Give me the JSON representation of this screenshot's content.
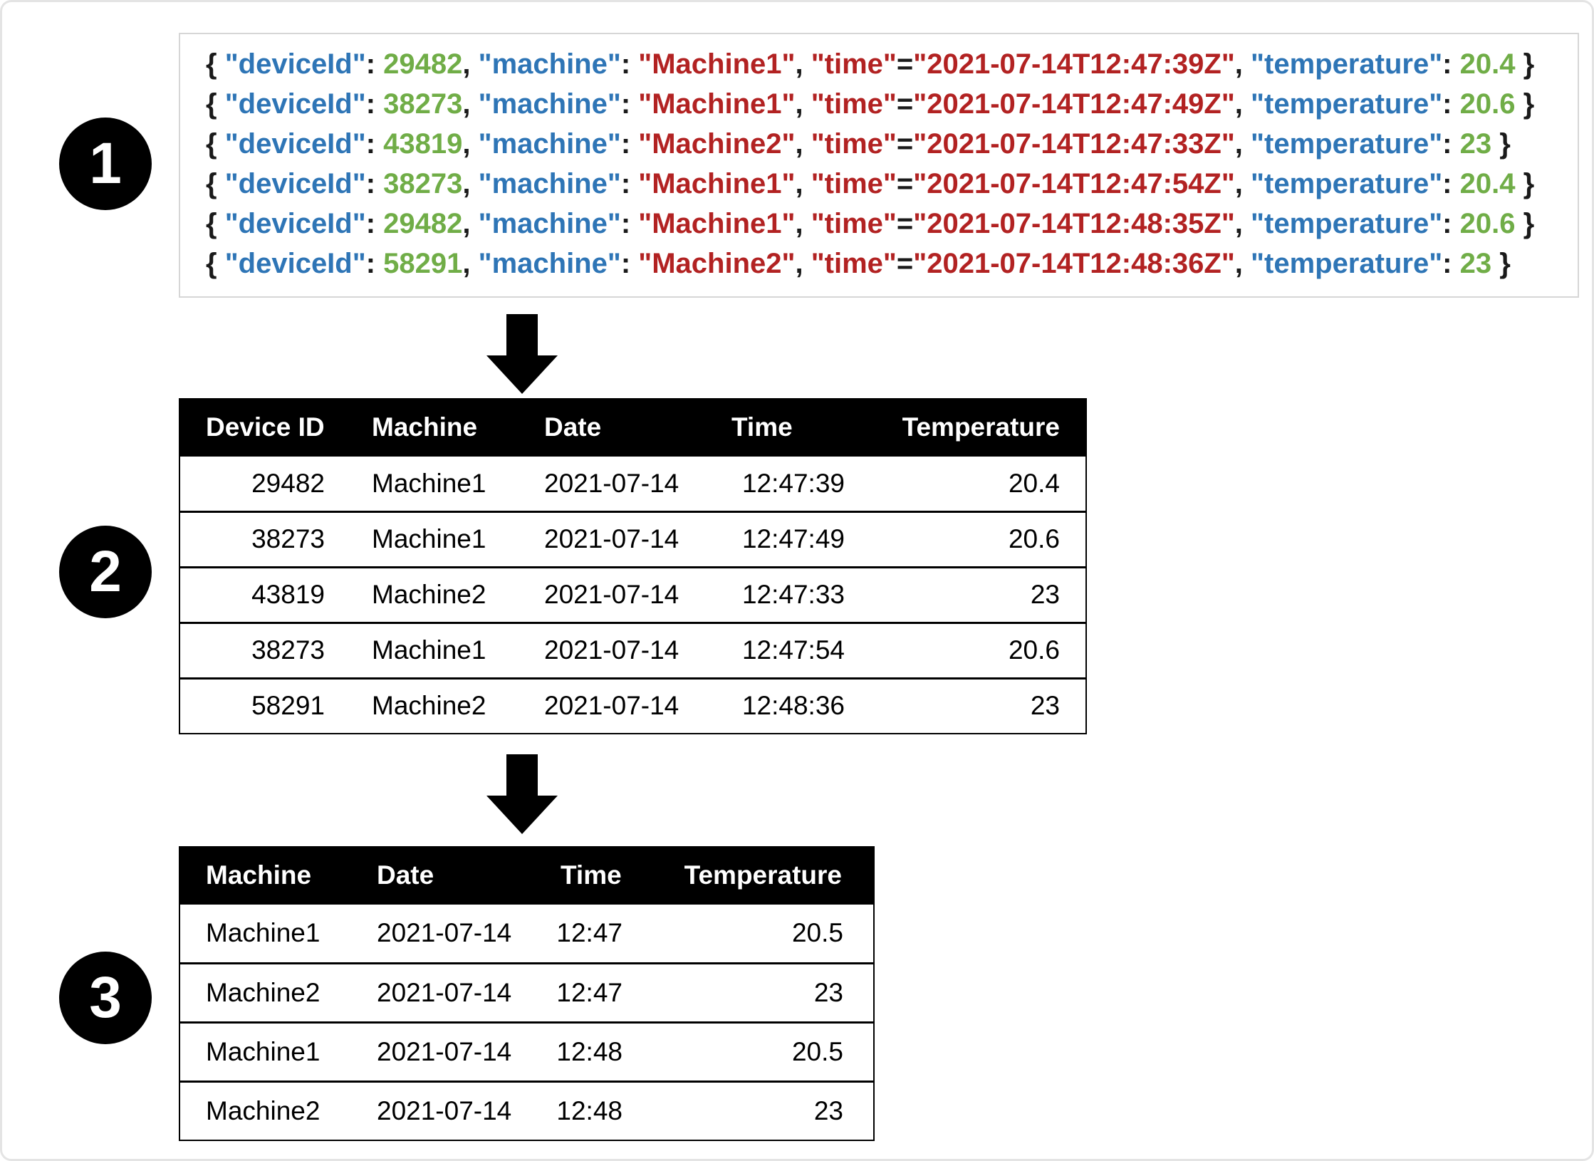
{
  "colors": {
    "json_key": "#2E75B6",
    "json_number": "#70AD47",
    "json_string": "#B22222",
    "json_punct": "#1A1A1A",
    "table_header_bg": "#000000",
    "table_header_text": "#FFFFFF",
    "badge_bg": "#000000",
    "badge_text": "#FFFFFF"
  },
  "badges": [
    "1",
    "2",
    "3"
  ],
  "json_panel": {
    "lines": [
      [
        [
          "punct",
          "{ "
        ],
        [
          "key",
          "\"deviceId\""
        ],
        [
          "punct",
          ": "
        ],
        [
          "num",
          "29482"
        ],
        [
          "punct",
          ", "
        ],
        [
          "key",
          "\"machine\""
        ],
        [
          "punct",
          ": "
        ],
        [
          "str",
          "\"Machine1\""
        ],
        [
          "punct",
          ", "
        ],
        [
          "str",
          "\"time\""
        ],
        [
          "punct",
          "="
        ],
        [
          "str",
          "\"2021-07-14T12:47:39Z\""
        ],
        [
          "punct",
          ", "
        ],
        [
          "key",
          "\"temperature\""
        ],
        [
          "punct",
          ": "
        ],
        [
          "num",
          "20.4"
        ],
        [
          "punct",
          " }"
        ]
      ],
      [
        [
          "punct",
          "{ "
        ],
        [
          "key",
          "\"deviceId\""
        ],
        [
          "punct",
          ": "
        ],
        [
          "num",
          "38273"
        ],
        [
          "punct",
          ", "
        ],
        [
          "key",
          "\"machine\""
        ],
        [
          "punct",
          ": "
        ],
        [
          "str",
          "\"Machine1\""
        ],
        [
          "punct",
          ", "
        ],
        [
          "str",
          "\"time\""
        ],
        [
          "punct",
          "="
        ],
        [
          "str",
          "\"2021-07-14T12:47:49Z\""
        ],
        [
          "punct",
          ", "
        ],
        [
          "key",
          "\"temperature\""
        ],
        [
          "punct",
          ": "
        ],
        [
          "num",
          "20.6"
        ],
        [
          "punct",
          " }"
        ]
      ],
      [
        [
          "punct",
          "{ "
        ],
        [
          "key",
          "\"deviceId\""
        ],
        [
          "punct",
          ": "
        ],
        [
          "num",
          "43819"
        ],
        [
          "punct",
          ", "
        ],
        [
          "key",
          "\"machine\""
        ],
        [
          "punct",
          ": "
        ],
        [
          "str",
          "\"Machine2\""
        ],
        [
          "punct",
          ", "
        ],
        [
          "str",
          "\"time\""
        ],
        [
          "punct",
          "="
        ],
        [
          "str",
          "\"2021-07-14T12:47:33Z\""
        ],
        [
          "punct",
          ", "
        ],
        [
          "key",
          "\"temperature\""
        ],
        [
          "punct",
          ": "
        ],
        [
          "num",
          "23"
        ],
        [
          "punct",
          " }"
        ]
      ],
      [
        [
          "punct",
          "{ "
        ],
        [
          "key",
          "\"deviceId\""
        ],
        [
          "punct",
          ": "
        ],
        [
          "num",
          "38273"
        ],
        [
          "punct",
          ", "
        ],
        [
          "key",
          "\"machine\""
        ],
        [
          "punct",
          ": "
        ],
        [
          "str",
          "\"Machine1\""
        ],
        [
          "punct",
          ", "
        ],
        [
          "str",
          "\"time\""
        ],
        [
          "punct",
          "="
        ],
        [
          "str",
          "\"2021-07-14T12:47:54Z\""
        ],
        [
          "punct",
          ", "
        ],
        [
          "key",
          "\"temperature\""
        ],
        [
          "punct",
          ": "
        ],
        [
          "num",
          "20.4"
        ],
        [
          "punct",
          " }"
        ]
      ],
      [
        [
          "punct",
          "{ "
        ],
        [
          "key",
          "\"deviceId\""
        ],
        [
          "punct",
          ": "
        ],
        [
          "num",
          "29482"
        ],
        [
          "punct",
          ", "
        ],
        [
          "key",
          "\"machine\""
        ],
        [
          "punct",
          ": "
        ],
        [
          "str",
          "\"Machine1\""
        ],
        [
          "punct",
          ", "
        ],
        [
          "str",
          "\"time\""
        ],
        [
          "punct",
          "="
        ],
        [
          "str",
          "\"2021-07-14T12:48:35Z\""
        ],
        [
          "punct",
          ", "
        ],
        [
          "key",
          "\"temperature\""
        ],
        [
          "punct",
          ": "
        ],
        [
          "num",
          "20.6"
        ],
        [
          "punct",
          " }"
        ]
      ],
      [
        [
          "punct",
          "{ "
        ],
        [
          "key",
          "\"deviceId\""
        ],
        [
          "punct",
          ": "
        ],
        [
          "num",
          "58291"
        ],
        [
          "punct",
          ", "
        ],
        [
          "key",
          "\"machine\""
        ],
        [
          "punct",
          ": "
        ],
        [
          "str",
          "\"Machine2\""
        ],
        [
          "punct",
          ", "
        ],
        [
          "str",
          "\"time\""
        ],
        [
          "punct",
          "="
        ],
        [
          "str",
          "\"2021-07-14T12:48:36Z\""
        ],
        [
          "punct",
          ", "
        ],
        [
          "key",
          "\"temperature\""
        ],
        [
          "punct",
          ": "
        ],
        [
          "num",
          "23"
        ],
        [
          "punct",
          " }"
        ]
      ]
    ]
  },
  "parsed_table": {
    "headers": [
      "Device ID",
      "Machine",
      "Date",
      "Time",
      "Temperature"
    ],
    "rows": [
      [
        "29482",
        "Machine1",
        "2021-07-14",
        "12:47:39",
        "20.4"
      ],
      [
        "38273",
        "Machine1",
        "2021-07-14",
        "12:47:49",
        "20.6"
      ],
      [
        "43819",
        "Machine2",
        "2021-07-14",
        "12:47:33",
        "23"
      ],
      [
        "38273",
        "Machine1",
        "2021-07-14",
        "12:47:54",
        "20.6"
      ],
      [
        "58291",
        "Machine2",
        "2021-07-14",
        "12:48:36",
        "23"
      ]
    ]
  },
  "aggregated_table": {
    "headers": [
      "Machine",
      "Date",
      "Time",
      "Temperature"
    ],
    "rows": [
      [
        "Machine1",
        "2021-07-14",
        "12:47",
        "20.5"
      ],
      [
        "Machine2",
        "2021-07-14",
        "12:47",
        "23"
      ],
      [
        "Machine1",
        "2021-07-14",
        "12:48",
        "20.5"
      ],
      [
        "Machine2",
        "2021-07-14",
        "12:48",
        "23"
      ]
    ]
  }
}
